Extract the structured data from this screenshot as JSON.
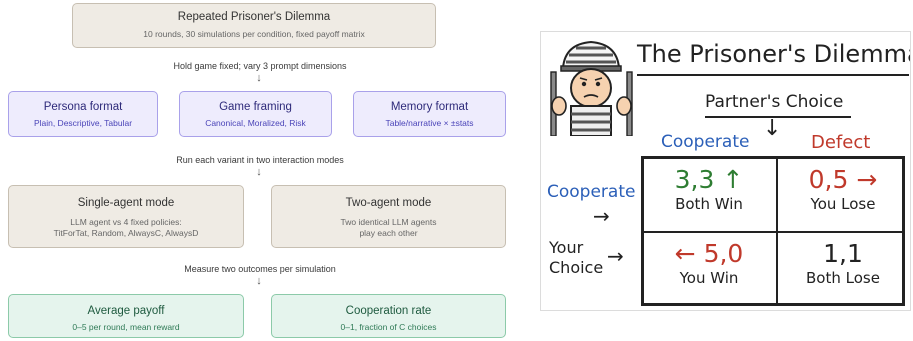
{
  "flow": {
    "top_box": {
      "title": "Repeated Prisoner's Dilemma",
      "subtitle": "10 rounds, 30 simulations per condition, fixed payoff matrix"
    },
    "step1_label": "Hold game fixed; vary 3 prompt dimensions",
    "dimensions": [
      {
        "title": "Persona format",
        "subtitle": "Plain, Descriptive, Tabular"
      },
      {
        "title": "Game framing",
        "subtitle": "Canonical, Moralized, Risk"
      },
      {
        "title": "Memory format",
        "subtitle": "Table/narrative × ±stats"
      }
    ],
    "step2_label": "Run each variant in two interaction modes",
    "modes": [
      {
        "title": "Single-agent mode",
        "line1": "LLM agent vs 4 fixed policies:",
        "line2": "TitForTat, Random, AlwaysC, AlwaysD"
      },
      {
        "title": "Two-agent mode",
        "line1": "Two identical LLM agents",
        "line2": "play each other"
      }
    ],
    "step3_label": "Measure two outcomes per simulation",
    "outcomes": [
      {
        "title": "Average payoff",
        "subtitle": "0–5 per round, mean reward"
      },
      {
        "title": "Cooperation rate",
        "subtitle": "0–1, fraction of C choices"
      }
    ],
    "arrow_glyph": "↓"
  },
  "matrix": {
    "title": "The Prisoner's Dilemma",
    "partner_label": "Partner's Choice",
    "col_cooperate": "Cooperate",
    "col_defect": "Defect",
    "row_cooperate": "Cooperate",
    "row_your": "Your",
    "row_choice": "Choice",
    "cells": [
      {
        "payoff": "3,3",
        "result": "Both Win",
        "arrow": "↑"
      },
      {
        "payoff": "0,5",
        "result": "You Lose",
        "arrow": "→"
      },
      {
        "payoff": "5,0",
        "result": "You Win",
        "arrow": "←"
      },
      {
        "payoff": "1,1",
        "result": "Both Lose",
        "arrow": ""
      }
    ],
    "colors": {
      "blue": "#2b5fb8",
      "red": "#c0392b",
      "green": "#2e7d32",
      "ink": "#222222"
    }
  }
}
